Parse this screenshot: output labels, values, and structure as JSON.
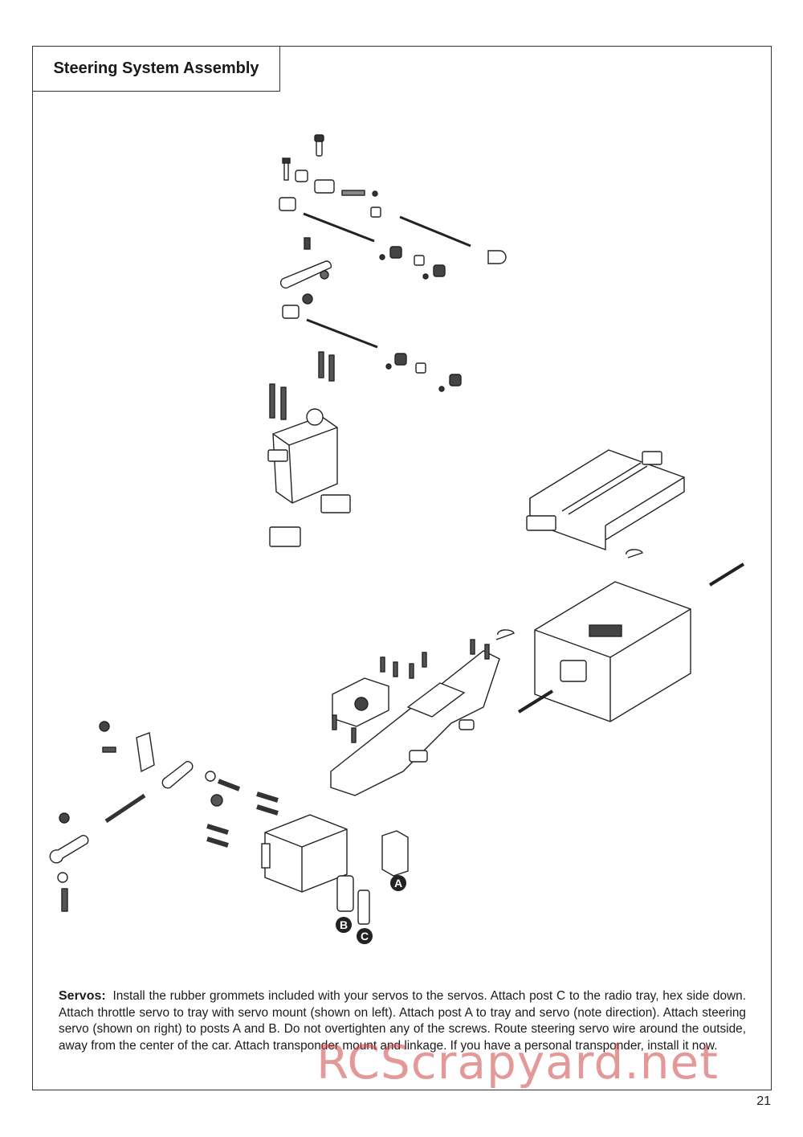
{
  "page": {
    "title": "Steering System Assembly",
    "page_number": "21"
  },
  "diagram": {
    "labels": {
      "a": "A",
      "b": "B",
      "c": "C"
    }
  },
  "instructions": {
    "lead": "Servos:",
    "body": "Install the rubber grommets included with your servos to the servos. Attach post C to the radio tray, hex side down. Attach throttle servo to tray with servo mount (shown on left). Attach post A to tray and servo (note direction). Attach steering servo (shown on right) to posts A and B. Do not overtighten any of the screws. Route steering servo wire around the outside, away from the center of the car. Attach transponder mount and linkage. If you have a personal transponder, install it now."
  },
  "watermark": {
    "text": "RCScrapyard.net"
  }
}
